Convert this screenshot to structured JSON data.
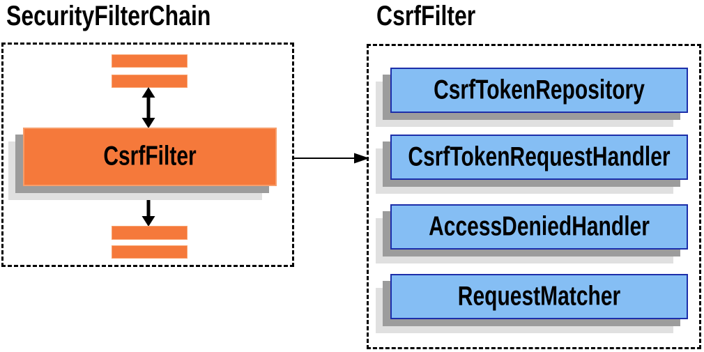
{
  "left_panel": {
    "title": "SecurityFilterChain",
    "filter_box_label": "CsrfFilter",
    "placeholder_bars": 4
  },
  "right_panel": {
    "title": "CsrfFilter",
    "boxes": [
      {
        "label": "CsrfTokenRepository"
      },
      {
        "label": "CsrfTokenRequestHandler"
      },
      {
        "label": "AccessDeniedHandler"
      },
      {
        "label": "RequestMatcher"
      }
    ]
  },
  "connections": {
    "flow_arrow": "SecurityFilterChain -> CsrfFilter",
    "bidirectional_arrows": 2
  },
  "colors": {
    "orange_fill": "#F5793B",
    "orange_border": "#F79E6B",
    "blue_fill": "#85BEF4",
    "blue_border": "#1C2EA9",
    "shadow_dark": "#9C9C9C",
    "shadow_light": "#E0E0E0",
    "line": "#000000",
    "background": "#FFFFFF"
  }
}
